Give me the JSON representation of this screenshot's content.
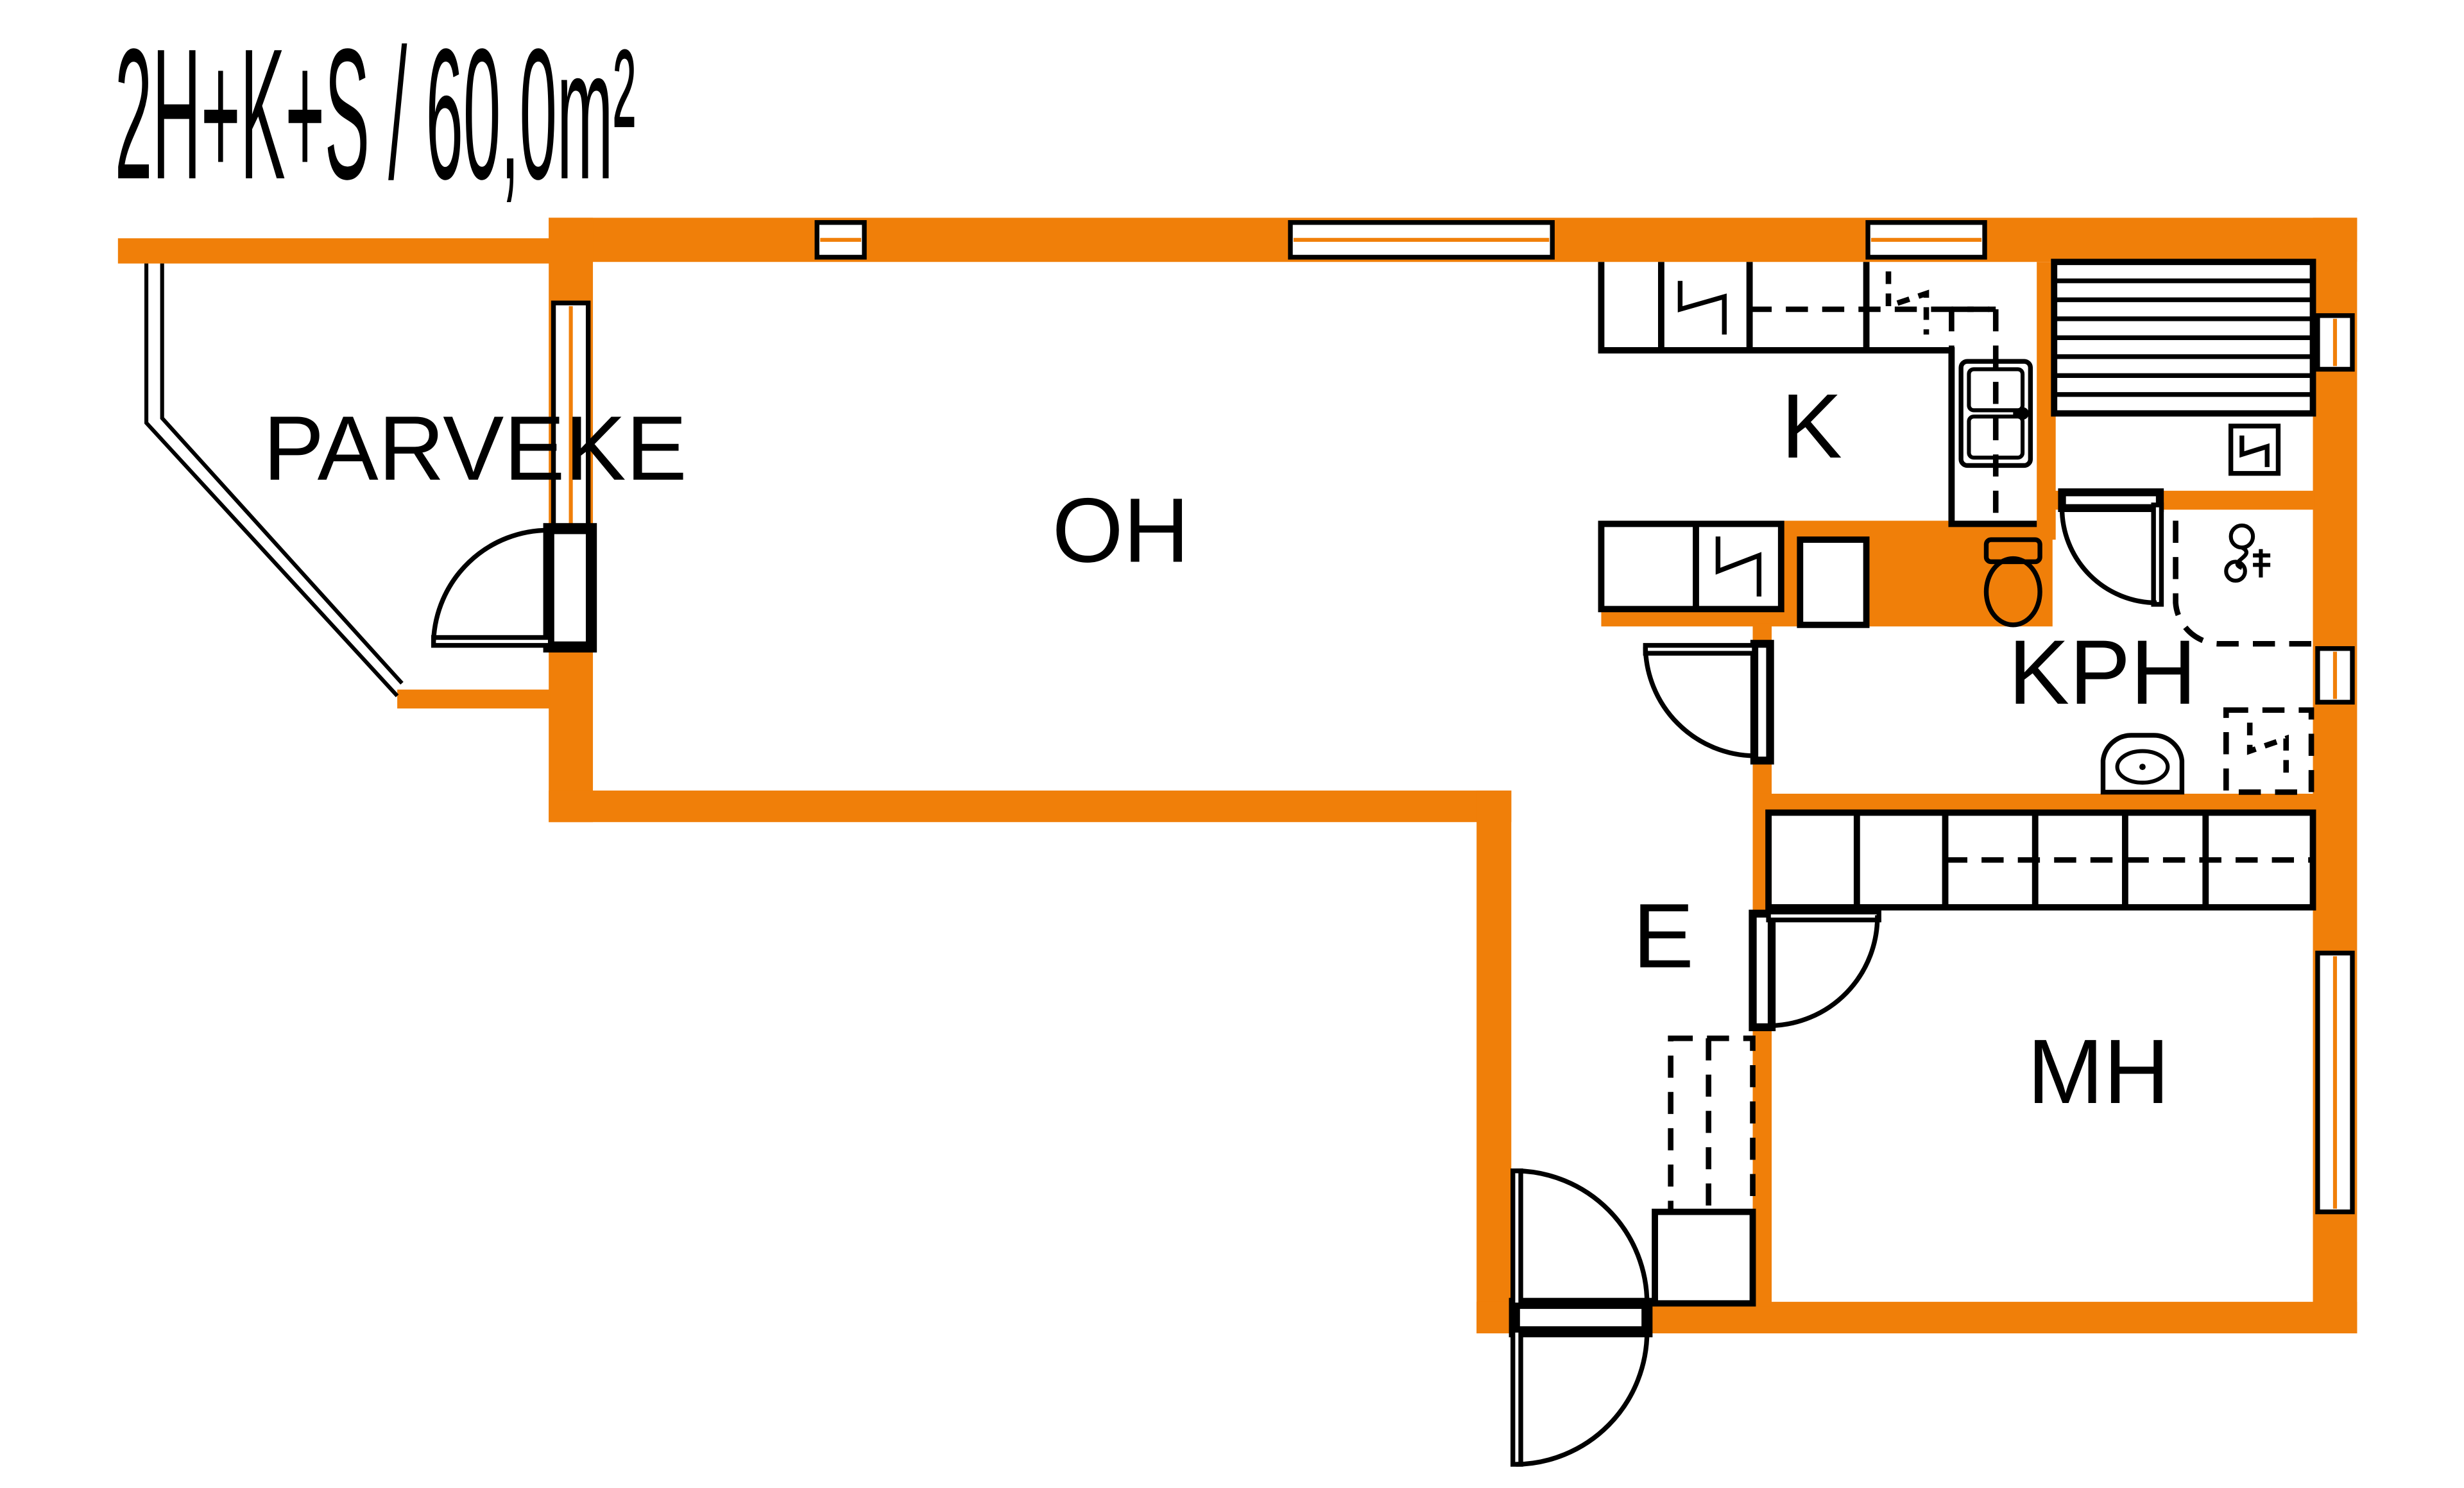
{
  "title": "2H+K+S / 60,0m²",
  "colors": {
    "wall": "#F07F09",
    "line": "#000000",
    "background": "#ffffff"
  },
  "rooms": {
    "parveke": "PARVEKE",
    "oh": "OH",
    "k": "K",
    "kph": "KPH",
    "e": "E",
    "mh": "MH"
  }
}
